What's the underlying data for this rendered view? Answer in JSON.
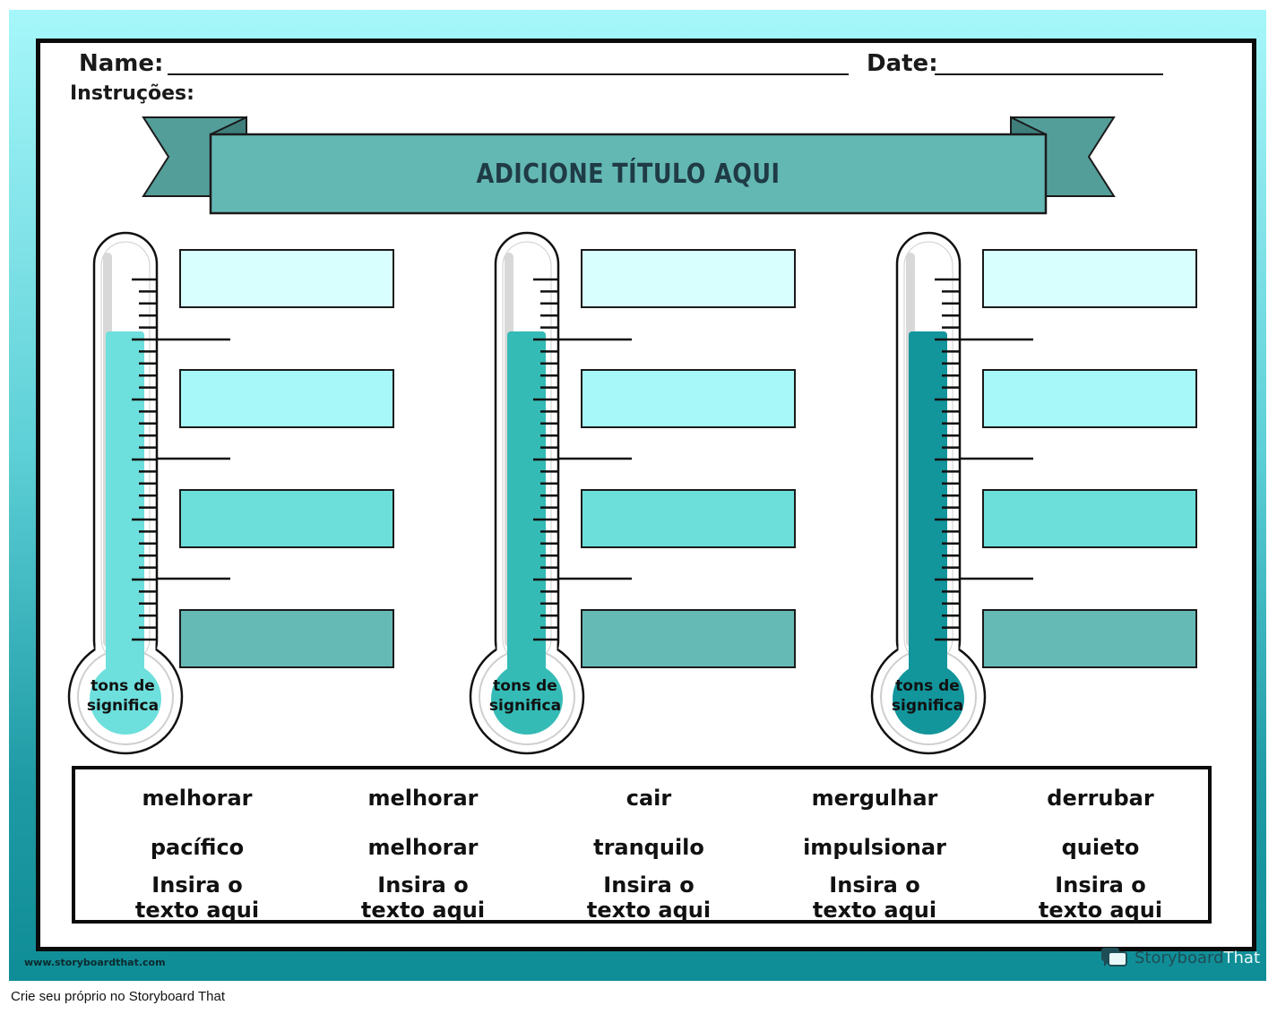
{
  "header": {
    "name_label": "Name:",
    "date_label": "Date:",
    "instructions_label": "Instruções:"
  },
  "banner": {
    "title": "ADICIONE TÍTULO AQUI"
  },
  "thermometers": [
    {
      "bulb_label_line1": "tons de",
      "bulb_label_line2": "significa",
      "fill_color": "#6ddfdc",
      "bulb_color": "#6ddfdc"
    },
    {
      "bulb_label_line1": "tons de",
      "bulb_label_line2": "significa",
      "fill_color": "#35bbb6",
      "bulb_color": "#35bbb6"
    },
    {
      "bulb_label_line1": "tons de",
      "bulb_label_line2": "significa",
      "fill_color": "#12959b",
      "bulb_color": "#12959b"
    }
  ],
  "answer_box_colors": [
    "#d9fefe",
    "#a7f8f8",
    "#6ddfdb",
    "#66bab6"
  ],
  "word_bank": {
    "columns": [
      {
        "word1": "melhorar",
        "word2": "pacífico",
        "placeholder": "Insira o texto aqui"
      },
      {
        "word1": "melhorar",
        "word2": "melhorar",
        "placeholder": "Insira o texto aqui"
      },
      {
        "word1": "cair",
        "word2": "tranquilo",
        "placeholder": "Insira o texto aqui"
      },
      {
        "word1": "mergulhar",
        "word2": "impulsionar",
        "placeholder": "Insira o texto aqui"
      },
      {
        "word1": "derrubar",
        "word2": "quieto",
        "placeholder": "Insira o texto aqui"
      }
    ]
  },
  "footer": {
    "url": "www.storyboardthat.com",
    "brand_part1": "Storyboard",
    "brand_part2": "That",
    "caption": "Crie seu próprio no Storyboard That"
  },
  "colors": {
    "banner_fill": "#64b8b4",
    "banner_tail": "#549e9a",
    "background_top": "#a6f7fa",
    "background_bottom": "#0f8d96"
  }
}
